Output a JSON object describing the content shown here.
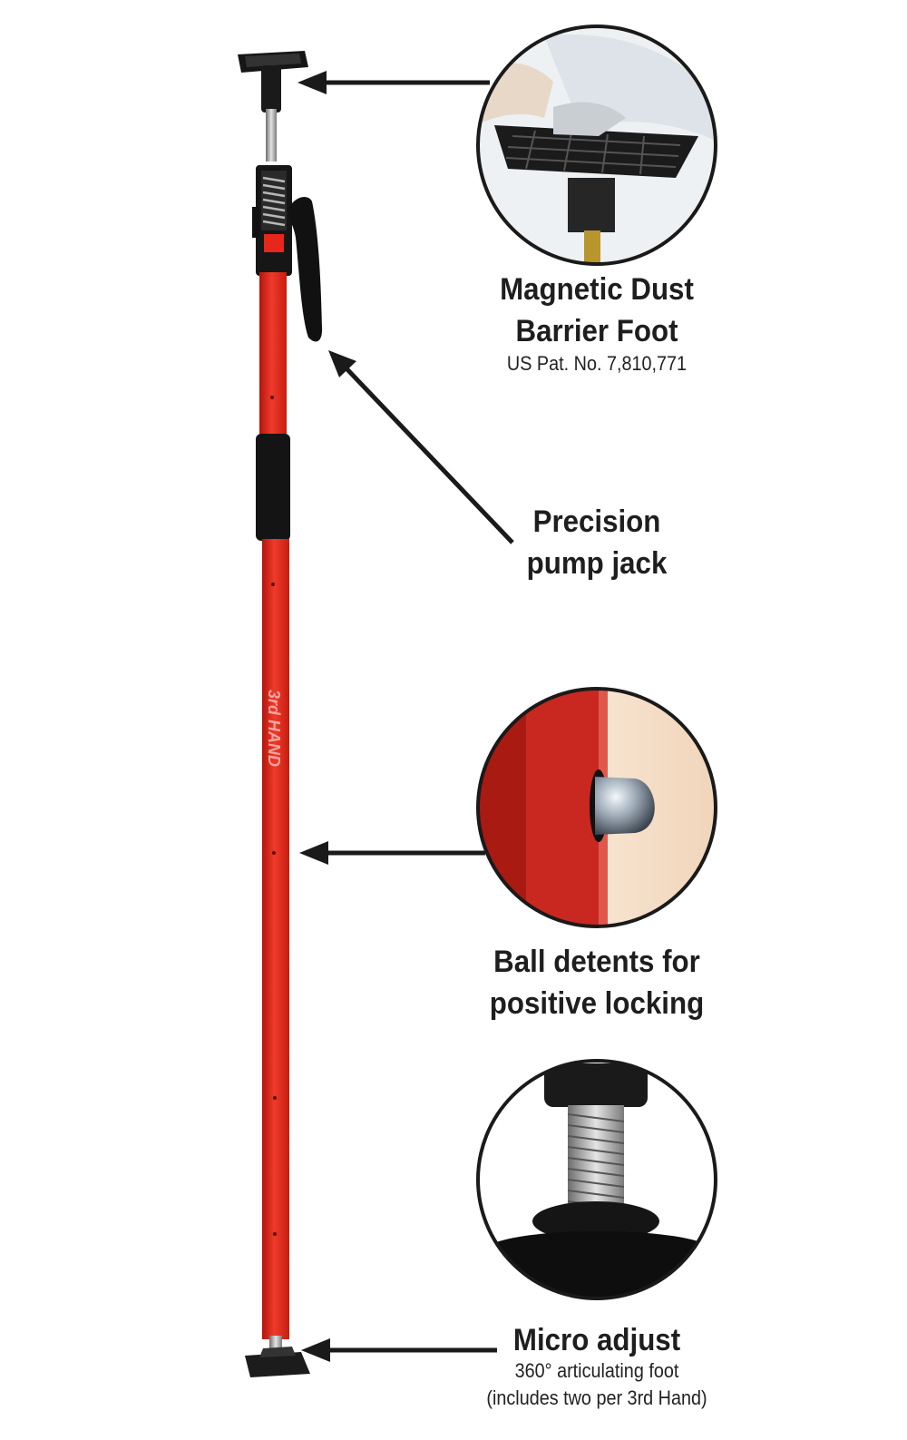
{
  "brand_mark": "3rd HAND",
  "colors": {
    "pole_red": "#e8271c",
    "pole_shadow": "#b3150c",
    "grip_black": "#141414",
    "arrow_black": "#1a1a1a"
  },
  "callouts": [
    {
      "id": "dust-foot",
      "title_lines": [
        "Magnetic Dust",
        "Barrier Foot"
      ],
      "subtitle_lines": [
        "US Pat. No. 7,810,771"
      ],
      "icon": "dust-barrier-foot-photo"
    },
    {
      "id": "pump-jack",
      "title_lines": [
        "Precision",
        "pump jack"
      ],
      "subtitle_lines": [],
      "icon": "pump-handle"
    },
    {
      "id": "ball-detents",
      "title_lines": [
        "Ball detents for",
        "positive locking"
      ],
      "subtitle_lines": [],
      "icon": "ball-detent-photo"
    },
    {
      "id": "micro-adjust",
      "title_lines": [
        "Micro adjust"
      ],
      "subtitle_lines": [
        "360° articulating foot",
        "(includes two per 3rd Hand)"
      ],
      "icon": "threaded-foot-photo"
    }
  ]
}
